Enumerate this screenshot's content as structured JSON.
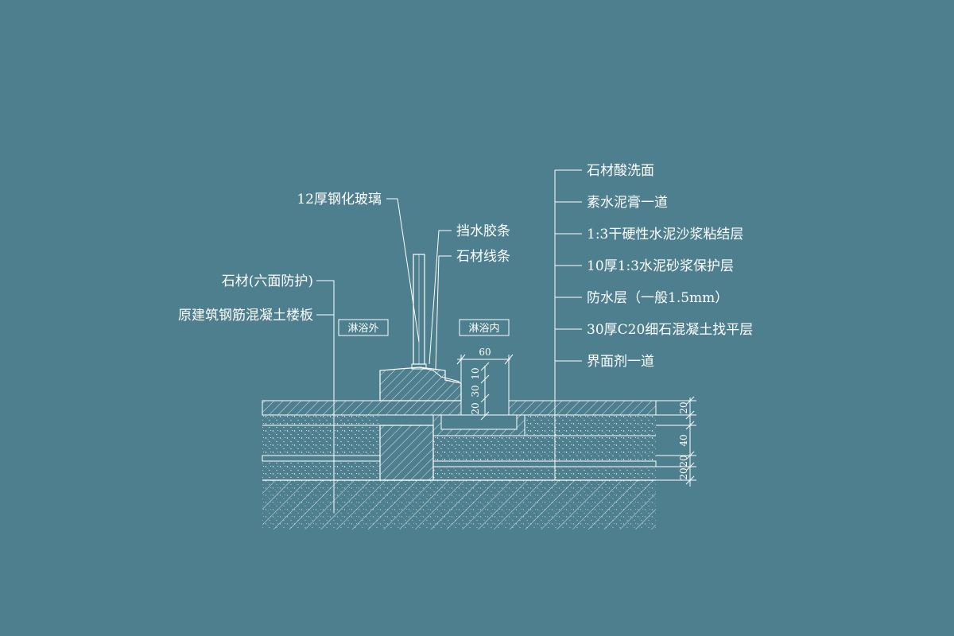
{
  "colors": {
    "background": "#4d7f8f",
    "line": "#ffffff"
  },
  "labels_right": [
    "石材酸洗面",
    "素水泥膏一道",
    "1:3干硬性水泥沙浆粘结层",
    "10厚1:3水泥砂浆保护层",
    "防水层（一般1.5mm）",
    "30厚C20细石混凝土找平层",
    "界面剂一道"
  ],
  "labels_left": {
    "glass": "12厚钢化玻璃",
    "water_strip": "挡水胶条",
    "stone_strip": "石材线条",
    "stone": "石材(六面防护)",
    "slab": "原建筑钢筋混凝土楼板"
  },
  "zones": {
    "outside": "淋浴外",
    "inside": "淋浴内"
  },
  "dimensions": {
    "groove_width": "60",
    "h1": "10",
    "h2": "30",
    "h3": "20",
    "r1": "20",
    "r2": "40",
    "r3": "20",
    "r4": "20"
  }
}
